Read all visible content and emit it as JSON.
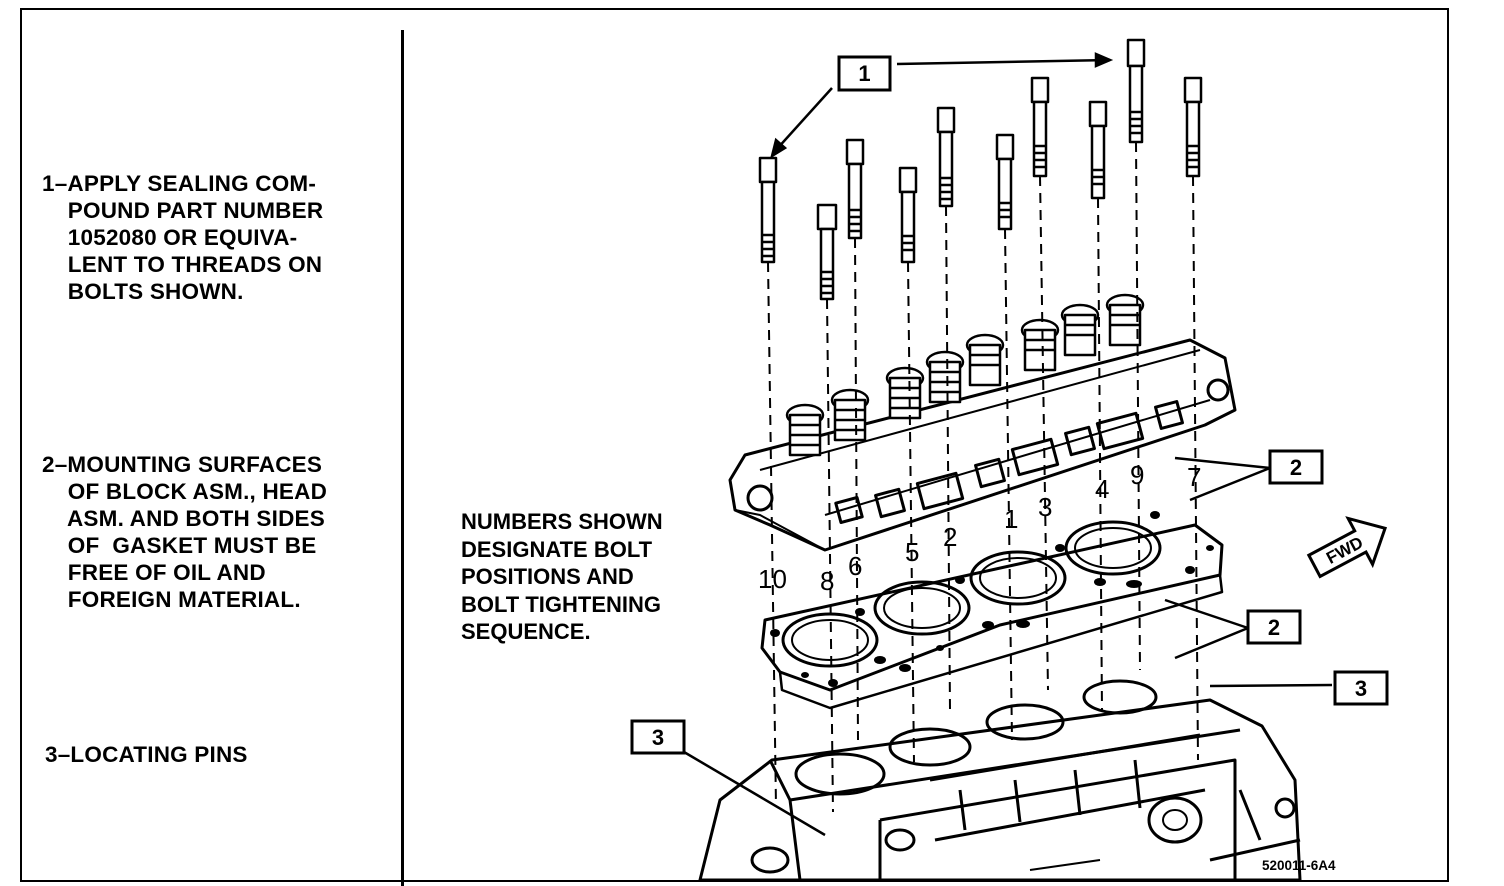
{
  "legend": [
    {
      "number": "1",
      "text": "1–APPLY SEALING COM-\n    POUND PART NUMBER\n    1052080 OR EQUIVA-\n    LENT TO THREADS ON\n    BOLTS SHOWN."
    },
    {
      "number": "2",
      "text": "2–MOUNTING SURFACES\n    OF BLOCK ASM., HEAD\n    ASM. AND BOTH SIDES\n    OF  GASKET MUST BE\n    FREE OF OIL AND\n    FOREIGN MATERIAL."
    },
    {
      "number": "3",
      "text": "3–LOCATING PINS"
    }
  ],
  "note": "NUMBERS SHOWN\nDESIGNATE BOLT\nPOSITIONS AND\nBOLT TIGHTENING\nSEQUENCE.",
  "callouts": {
    "c1": "1",
    "c2a": "2",
    "c2b": "2",
    "c3a": "3",
    "c3b": "3"
  },
  "bolt_sequence_labels": {
    "b1": "1",
    "b2": "2",
    "b3": "3",
    "b4": "4",
    "b5": "5",
    "b6": "6",
    "b7": "7",
    "b8": "8",
    "b9": "9",
    "b10": "10"
  },
  "direction_arrow": "FWD",
  "figure_code": "520011-6A4"
}
